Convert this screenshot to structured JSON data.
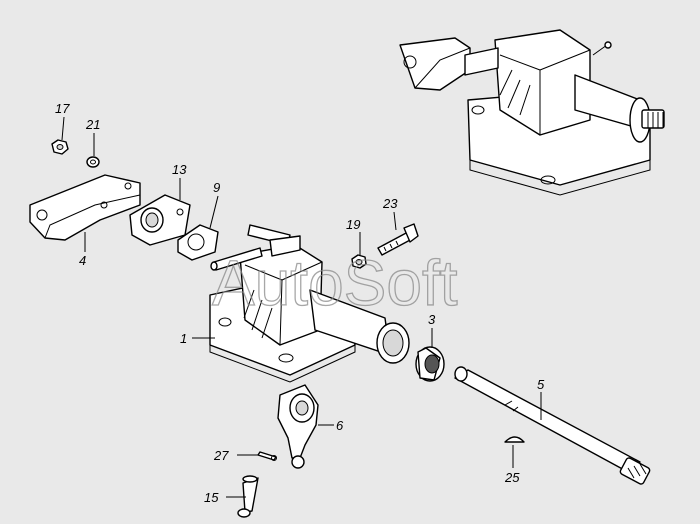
{
  "callouts": {
    "c1": "1",
    "c3": "3",
    "c4": "4",
    "c5": "5",
    "c6": "6",
    "c9": "9",
    "c13": "13",
    "c15": "15",
    "c17": "17",
    "c19": "19",
    "c21": "21",
    "c23": "23",
    "c25": "25",
    "c27": "27"
  },
  "watermark": "AutoSoft"
}
